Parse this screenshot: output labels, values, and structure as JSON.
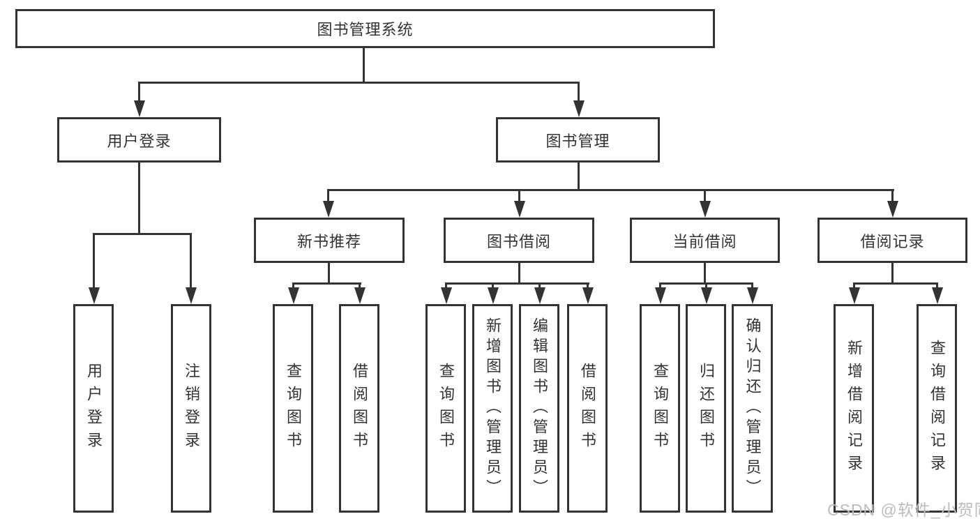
{
  "colors": {
    "line": "#333333",
    "text": "#333333",
    "watermark": "#bcbcbc",
    "background": "#ffffff"
  },
  "watermark": "CSDN @软件_小贺同学",
  "tree": {
    "root": {
      "label": "图书管理系统",
      "children": [
        {
          "label": "用户登录",
          "children": [
            {
              "label": "用户登录"
            },
            {
              "label": "注销登录"
            }
          ]
        },
        {
          "label": "图书管理",
          "children": [
            {
              "label": "新书推荐",
              "children": [
                {
                  "label": "查询图书"
                },
                {
                  "label": "借阅图书"
                }
              ]
            },
            {
              "label": "图书借阅",
              "children": [
                {
                  "label": "查询图书"
                },
                {
                  "label": "新增图书（管理员）"
                },
                {
                  "label": "编辑图书（管理员）"
                },
                {
                  "label": "借阅图书"
                }
              ]
            },
            {
              "label": "当前借阅",
              "children": [
                {
                  "label": "查询图书"
                },
                {
                  "label": "归还图书"
                },
                {
                  "label": "确认归还（管理员）"
                }
              ]
            },
            {
              "label": "借阅记录",
              "children": [
                {
                  "label": "新增借阅记录"
                },
                {
                  "label": "查询借阅记录"
                }
              ]
            }
          ]
        }
      ]
    }
  }
}
